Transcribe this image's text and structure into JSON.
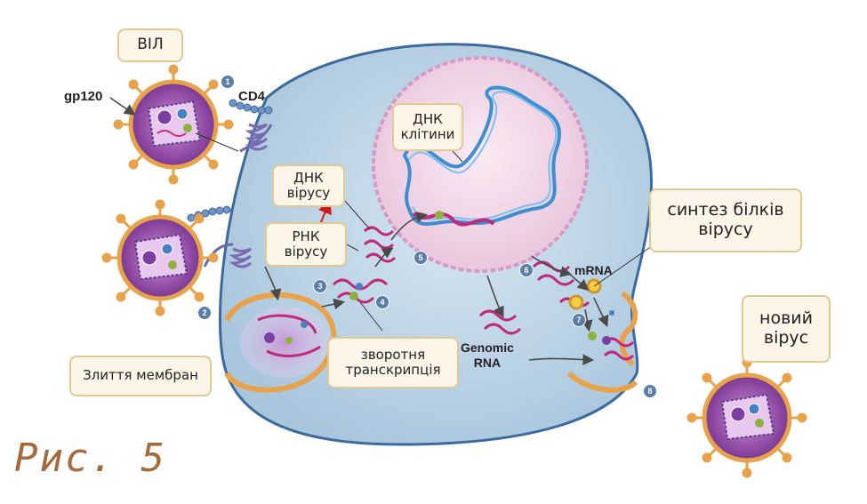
{
  "labels": {
    "virus_title": "ВІЛ",
    "gp120": "gp120",
    "cd4": "CD4",
    "cell_dna_line1": "ДНК",
    "cell_dna_line2": "клітини",
    "viral_dna_line1": "ДНК",
    "viral_dna_line2": "вірусу",
    "viral_rna_line1": "РНК",
    "viral_rna_line2": "вірусу",
    "membrane_fusion": "Злиття мембран",
    "reverse_transcription_line1": "зворотня",
    "reverse_transcription_line2": "транскрипція",
    "genomic_rna_line1": "Genomic",
    "genomic_rna_line2": "RNA",
    "mrna": "mRNA",
    "protein_synthesis_line1": "синтез білків",
    "protein_synthesis_line2": "вірусу",
    "new_virus_line1": "новий",
    "new_virus_line2": "вірус",
    "figure_caption": "Рис. 5"
  },
  "steps": [
    "1",
    "2",
    "3",
    "4",
    "5",
    "6",
    "7",
    "8"
  ],
  "colors": {
    "cell_fill": "#b9d1e4",
    "nucleus_fill": "#f3d7ea",
    "membrane": "#e7a24a",
    "virus_core": "#8a3b9b",
    "rna": "#c2297a",
    "dna_blue": "#3e8fd0",
    "callout_bg": "#fdf6e8",
    "callout_border": "#e2c894",
    "caption": "#a36a3c"
  }
}
